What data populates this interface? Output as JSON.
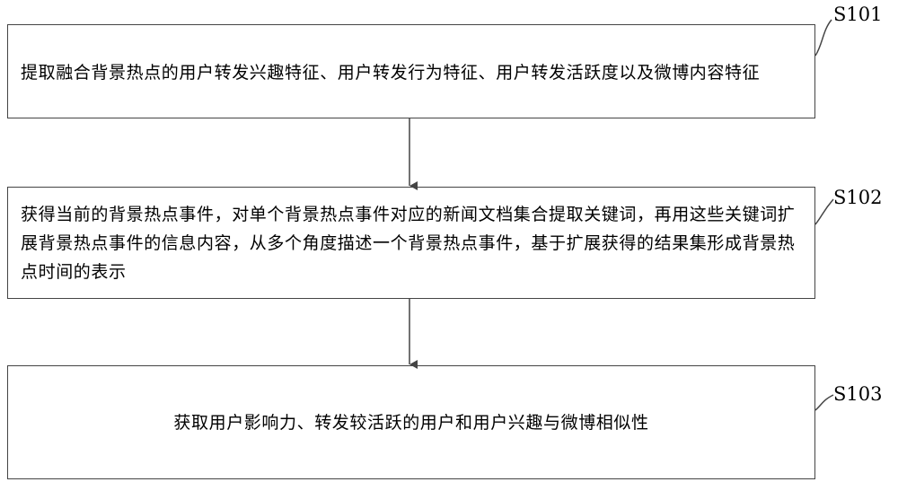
{
  "steps": [
    {
      "id": "S101",
      "text": "提取融合背景热点的用户转发兴趣特征、用户转发行为特征、用户转发活跃度以及微博内容特征"
    },
    {
      "id": "S102",
      "text": "获得当前的背景热点事件，对单个背景热点事件对应的新闻文档集合提取关键词，再用这些关键词扩展背景热点事件的信息内容，从多个角度描述一个背景热点事件，基于扩展获得的结果集形成背景热点时间的表示"
    },
    {
      "id": "S103",
      "text": "获取用户影响力、转发较活跃的用户和用户兴趣与微博相似性"
    }
  ]
}
